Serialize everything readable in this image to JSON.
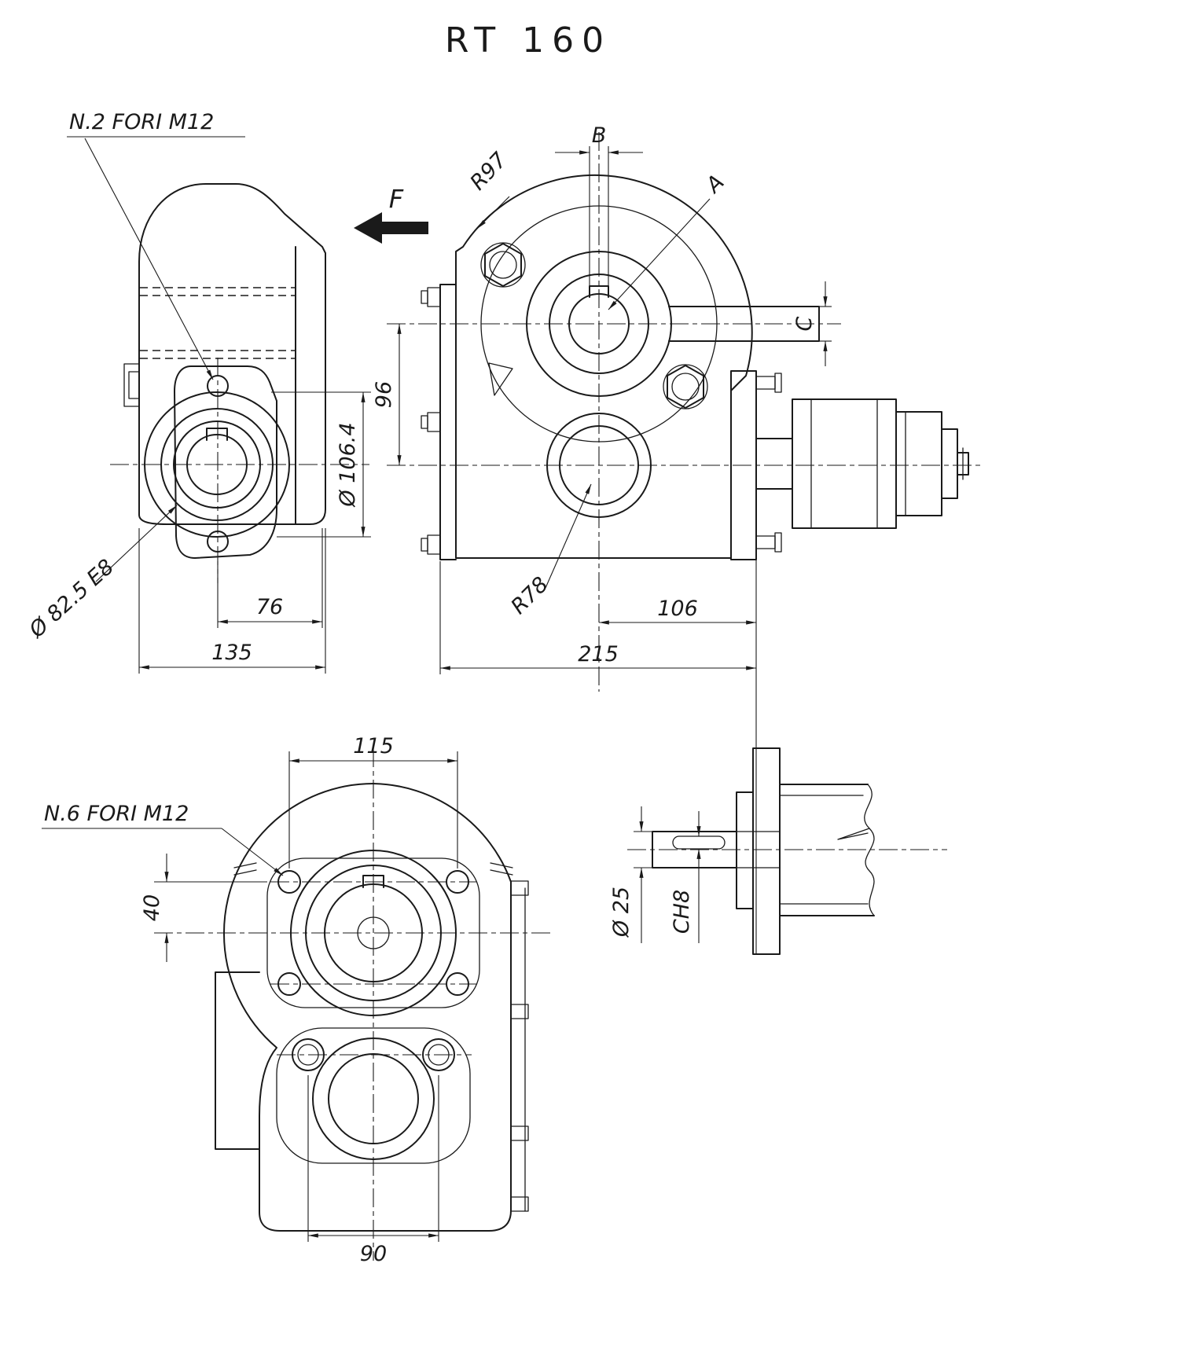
{
  "drawing": {
    "title": "RT 160",
    "side_view": {
      "holes_note": "N.2 FORI M12",
      "bore_dim": "Ø 82.5 E8",
      "hole_spacing": "76",
      "overall_width": "135",
      "boss_diameter": "Ø 106.4"
    },
    "front_view": {
      "view_label": "F",
      "shaft_width_label": "B",
      "keyway_label": "A",
      "shaft_dia_label": "C",
      "top_radius": "R97",
      "bottom_radius": "R78",
      "center_distance": "96",
      "output_offset": "106",
      "overall_length": "215"
    },
    "bottom_view": {
      "holes_note": "N.6 FORI M12",
      "hole_spacing_top": "115",
      "hole_offset": "40",
      "hole_spacing_bottom": "90"
    },
    "shaft_view": {
      "shaft_diameter": "Ø 25",
      "key_chamfer": "CH8"
    }
  }
}
